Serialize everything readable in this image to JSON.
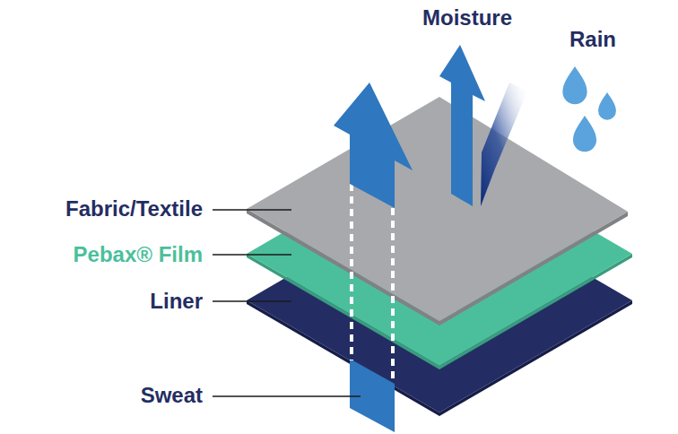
{
  "diagram": {
    "labels": [
      "Moisture",
      "Rain",
      "Fabric/Textile",
      "Pebax® Film",
      "Liner",
      "Sweat"
    ]
  }
}
